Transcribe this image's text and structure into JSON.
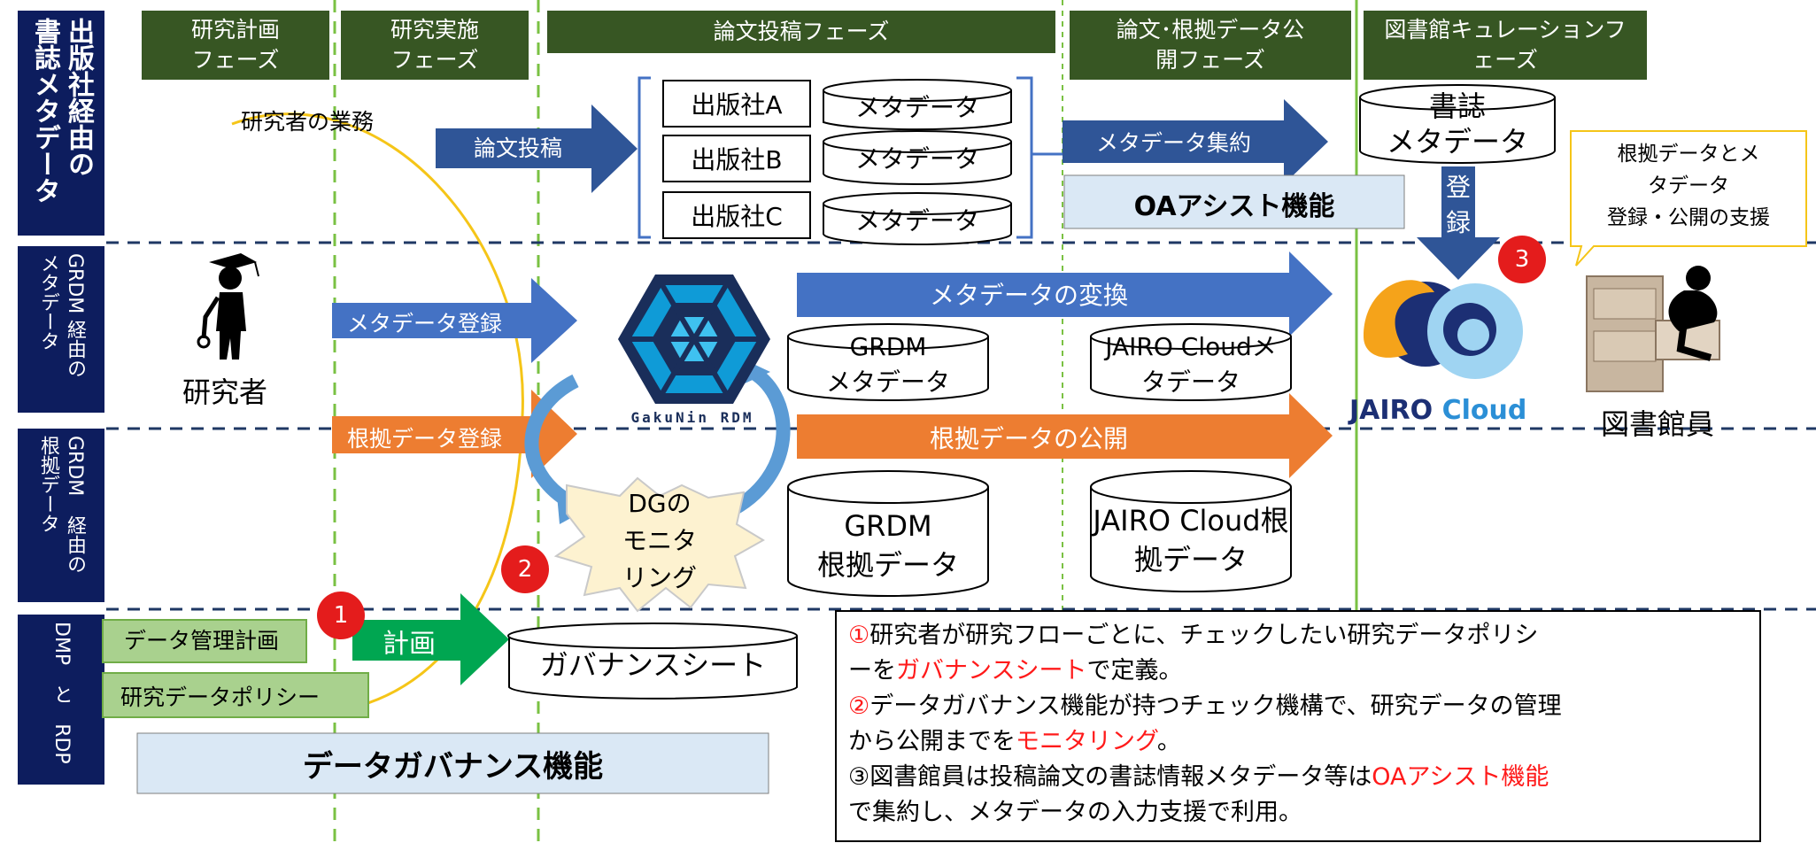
{
  "rows": {
    "publisher": "出版社経由の\n書誌メタデータ",
    "grdm_meta": "GRDM 経由の\nメタデータ",
    "grdm_evidence": "GRDM　経由の\n根拠データ",
    "dmp": "DMP　と　RDP"
  },
  "phases": {
    "plan": [
      "研究計画",
      "フェーズ"
    ],
    "exec": [
      "研究実施",
      "フェーズ"
    ],
    "submit": "論文投稿フェーズ",
    "publish": [
      "論文･根拠データ公",
      "開フェーズ"
    ],
    "curation": [
      "図書館キュレーションフ",
      "ェーズ"
    ]
  },
  "labels": {
    "researcher_tasks": "研究者の業務",
    "submit_arrow": "論文投稿",
    "publisher_a": "出版社A",
    "publisher_b": "出版社B",
    "publisher_c": "出版社C",
    "metadata": "メタデータ",
    "aggregate_arrow": "メタデータ集約",
    "oa_assist": "OAアシスト機能",
    "biblio_meta_1": "書誌",
    "biblio_meta_2": "メタデータ",
    "register_1": "登",
    "register_2": "録",
    "library_callout": [
      "根拠データとメ",
      "タデータ",
      "登録・公開の支援"
    ],
    "researcher": "研究者",
    "meta_register": "メタデータ登録",
    "meta_convert": "メタデータの変換",
    "grdm_meta_1": "GRDM",
    "grdm_meta_2": "メタデータ",
    "jairo_meta_1": "JAIRO Cloudメ",
    "jairo_meta_2": "タデータ",
    "gakunin": "GakuNin RDM",
    "jairo_logo_1": "JAIRO",
    "jairo_logo_2": "Cloud",
    "librarian": "図書館員",
    "evidence_register": "根拠データ登録",
    "evidence_publish": "根拠データの公開",
    "dg_monitor": [
      "DGの",
      "モニタ",
      "リング"
    ],
    "grdm_evi_1": "GRDM",
    "grdm_evi_2": "根拠データ",
    "jairo_evi_1": "JAIRO Cloud根",
    "jairo_evi_2": "拠データ",
    "dmp_plan": "データ管理計画",
    "rdp_policy": "研究データポリシー",
    "plan_arrow": "計画",
    "governance_sheet": "ガバナンスシート",
    "governance_func": "データガバナンス機能",
    "badge_1": "1",
    "badge_2": "2",
    "badge_3": "3"
  },
  "notes": [
    {
      "p1": "①",
      "p2": "研究者が研究フローごとに、チェックしたい研究データポリシ"
    },
    {
      "p1": "ーを",
      "p2": "ガバナンスシート",
      "p3": "で定義。"
    },
    {
      "p1": "②",
      "p2": "データガバナンス機能が持つチェック機構で、研究データの管理"
    },
    {
      "p1": "から公開までを",
      "p2": "モニタリング",
      "p3": "。"
    },
    {
      "p1": "③図書館員は投稿論文の書誌情報メタデータ等は",
      "p2": "OAアシスト機能"
    },
    {
      "p1": "で集約し、メタデータの入力支援で利用。"
    }
  ],
  "colors": {
    "navy": "#0d1d5e",
    "phase_green": "#375623",
    "blue_arrow": "#4472c4",
    "dark_blue_arrow": "#2f5597",
    "orange_arrow": "#ed7d31",
    "green_arrow": "#00a651",
    "red": "#ff1a1a"
  }
}
